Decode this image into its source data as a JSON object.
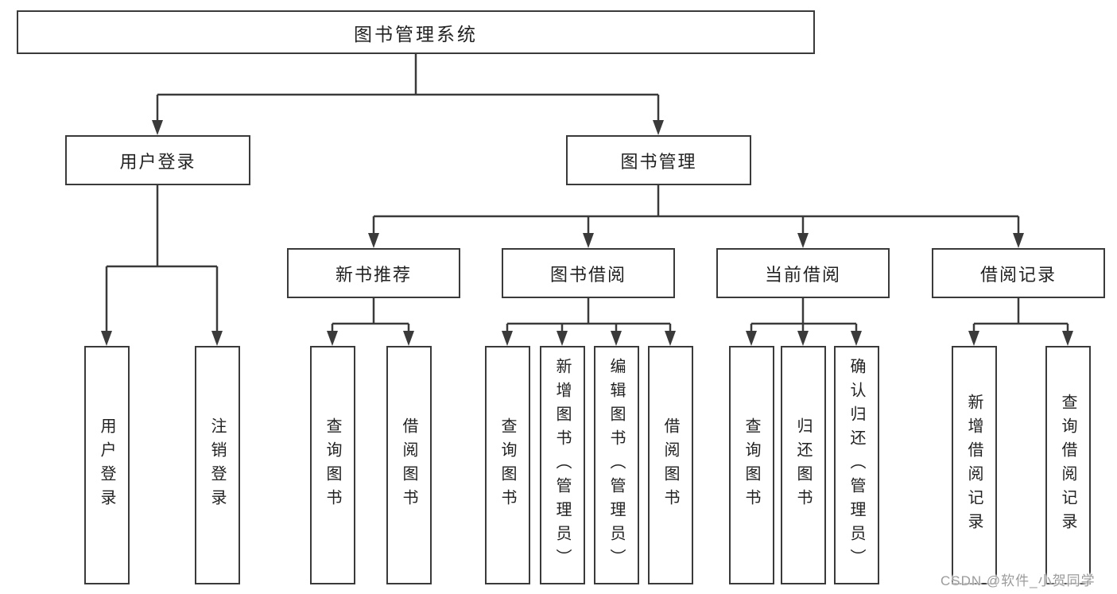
{
  "diagram": {
    "title": "图书管理系统",
    "colors": {
      "background": "#ffffff",
      "line": "#3a3a3a",
      "box_border": "#3a3a3a",
      "text": "#222222",
      "watermark": "#9b9b9b"
    },
    "watermark": "CSDN @软件_小贺同学",
    "tree": {
      "root": {
        "label": "图书管理系统"
      },
      "level2": [
        {
          "label": "用户登录"
        },
        {
          "label": "图书管理"
        }
      ],
      "level3": [
        {
          "label": "新书推荐",
          "parent": "图书管理"
        },
        {
          "label": "图书借阅",
          "parent": "图书管理"
        },
        {
          "label": "当前借阅",
          "parent": "图书管理"
        },
        {
          "label": "借阅记录",
          "parent": "图书管理"
        }
      ],
      "leaves": [
        {
          "label": "用户登录",
          "parent": "用户登录"
        },
        {
          "label": "注销登录",
          "parent": "用户登录"
        },
        {
          "label": "查询图书",
          "parent": "新书推荐"
        },
        {
          "label": "借阅图书",
          "parent": "新书推荐"
        },
        {
          "label": "查询图书",
          "parent": "图书借阅"
        },
        {
          "label": "新增图书（管理员）",
          "parent": "图书借阅"
        },
        {
          "label": "编辑图书（管理员）",
          "parent": "图书借阅"
        },
        {
          "label": "借阅图书",
          "parent": "图书借阅"
        },
        {
          "label": "查询图书",
          "parent": "当前借阅"
        },
        {
          "label": "归还图书",
          "parent": "当前借阅"
        },
        {
          "label": "确认归还（管理员）",
          "parent": "当前借阅"
        },
        {
          "label": "新增借阅记录",
          "parent": "借阅记录"
        },
        {
          "label": "查询借阅记录",
          "parent": "借阅记录"
        }
      ]
    }
  }
}
